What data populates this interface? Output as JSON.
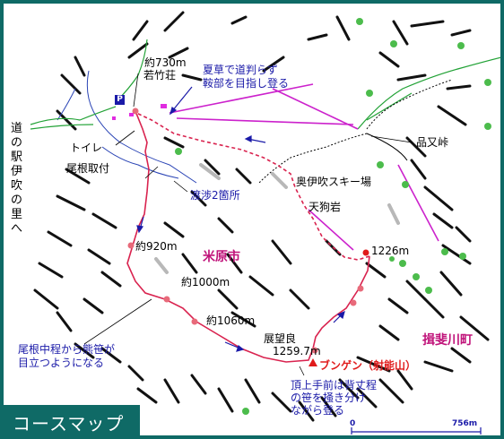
{
  "title": "コースマップ",
  "labels": {
    "wakatake": [
      "約730m",
      "若竹荘"
    ],
    "note_summer": [
      "夏草で道判らず",
      "鞍部を目指し登る"
    ],
    "toilet": "トイレ",
    "oneritsuki": "尾根取付",
    "crossing": "渡渉2箇所",
    "shinamatatoge": "品又峠",
    "ski": "奥伊吹スキー場",
    "tengu": "天狗岩",
    "e920": "約920m",
    "maibara": "米原市",
    "e1226": "1226m",
    "e1000": "約1000m",
    "e1060": "約1060m",
    "tenbo": [
      "展望良",
      "1259.7m"
    ],
    "bungen": "ブンゲン（射能山）",
    "ibigawa": "揖斐川町",
    "note_kumazasa": [
      "尾根中程から熊笹が",
      "目立つようになる"
    ],
    "note_summit": [
      "頂上手前は背丈程",
      "の笹を掻き分け",
      "ながら登る"
    ],
    "station": "道の駅伊吹の里へ",
    "parking": "P"
  },
  "scale": {
    "zero": "0",
    "distance": "756m"
  },
  "colors": {
    "frame": "#0f6a66",
    "route": "#d9234f",
    "ski_lift": "#cc22cc",
    "contour": "#111111",
    "river": "#2a44b5",
    "green_road": "#22a236",
    "place_text": "#c0137a",
    "note_text": "#1a1aa8",
    "summit": "#e01b1b"
  }
}
